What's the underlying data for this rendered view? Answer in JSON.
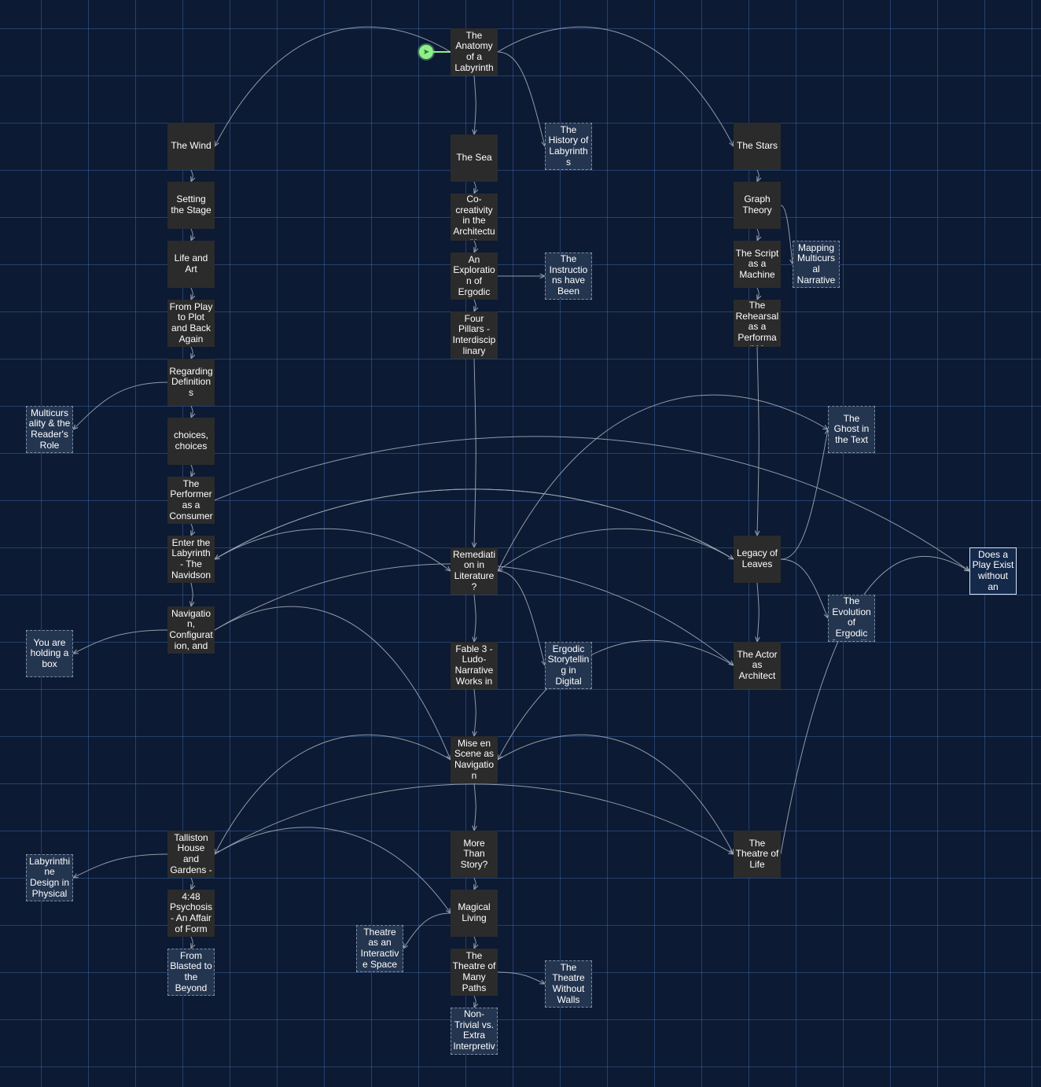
{
  "colors": {
    "background": "#0c1a33",
    "grid": "#466eaf",
    "node": "#2b2b2c",
    "node_dashed": "#243550",
    "edge": "#a0a8b4",
    "start": "#8df08a"
  },
  "start_icon": "rocket-icon",
  "nodes": [
    {
      "id": "anatomy",
      "label": "The Anatomy of a Labyrinth",
      "style": "solid"
    },
    {
      "id": "wind",
      "label": "The Wind",
      "style": "solid"
    },
    {
      "id": "sea",
      "label": "The Sea",
      "style": "solid"
    },
    {
      "id": "history",
      "label": "The History of Labyrinths",
      "style": "dashed"
    },
    {
      "id": "stars",
      "label": "The Stars",
      "style": "solid"
    },
    {
      "id": "setting",
      "label": "Setting the Stage",
      "style": "solid"
    },
    {
      "id": "cocreativity",
      "label": "Co-creativity in the Architecture",
      "style": "solid"
    },
    {
      "id": "graph",
      "label": "Graph Theory",
      "style": "solid"
    },
    {
      "id": "life",
      "label": "Life and Art",
      "style": "solid"
    },
    {
      "id": "exploration",
      "label": "An Exploration of Ergodic",
      "style": "solid"
    },
    {
      "id": "instructions",
      "label": "The Instructions have Been Lost",
      "style": "dashed"
    },
    {
      "id": "script",
      "label": "The Script as a Machine",
      "style": "solid"
    },
    {
      "id": "mapping",
      "label": "Mapping Multicursal Narrative",
      "style": "dashed"
    },
    {
      "id": "play",
      "label": "From Play to Plot and Back Again",
      "style": "solid"
    },
    {
      "id": "pillars",
      "label": "Four Pillars - Interdisciplinary",
      "style": "solid"
    },
    {
      "id": "rehearsal",
      "label": "The Rehearsal as a Performance",
      "style": "solid"
    },
    {
      "id": "definitions",
      "label": "Regarding Definitions",
      "style": "solid"
    },
    {
      "id": "multicursality",
      "label": "Multicursality & the Reader's Role",
      "style": "dashed"
    },
    {
      "id": "choices",
      "label": "choices, choices",
      "style": "solid"
    },
    {
      "id": "ghost",
      "label": "The Ghost in the Text",
      "style": "dashed"
    },
    {
      "id": "performer",
      "label": "The Performer as a Consumer",
      "style": "solid"
    },
    {
      "id": "enter",
      "label": "Enter the Labyrinth - The Navidson",
      "style": "solid"
    },
    {
      "id": "remediation",
      "label": "Remediation in Literature?",
      "style": "solid"
    },
    {
      "id": "legacy",
      "label": "Legacy of Leaves",
      "style": "solid"
    },
    {
      "id": "doesplay",
      "label": "Does a Play Exist without an",
      "style": "selected"
    },
    {
      "id": "evolution",
      "label": "The Evolution of Ergodic Storytelling",
      "style": "dashed"
    },
    {
      "id": "navigation",
      "label": "Navigation, Configuration, and",
      "style": "solid"
    },
    {
      "id": "box",
      "label": "You are holding a box",
      "style": "dashed"
    },
    {
      "id": "fable",
      "label": "Fable 3 - Ludo-Narrative Works in",
      "style": "solid"
    },
    {
      "id": "ergodicdigital",
      "label": "Ergodic Storytelling in Digital",
      "style": "dashed"
    },
    {
      "id": "actor",
      "label": "The Actor as Architect",
      "style": "solid"
    },
    {
      "id": "mise",
      "label": "Mise en Scene as Navigation",
      "style": "solid"
    },
    {
      "id": "talliston",
      "label": "Talliston House and Gardens -",
      "style": "solid"
    },
    {
      "id": "labdesign",
      "label": "Labyrinthine Design in Physical",
      "style": "dashed"
    },
    {
      "id": "more",
      "label": "More Than Story?",
      "style": "solid"
    },
    {
      "id": "theatrelife",
      "label": "The Theatre of Life",
      "style": "solid"
    },
    {
      "id": "psychosis",
      "label": "4:48 Psychosis - An Affair of Form",
      "style": "solid"
    },
    {
      "id": "magical",
      "label": "Magical Living",
      "style": "solid"
    },
    {
      "id": "interactive",
      "label": "Theatre as an Interactive Space",
      "style": "dashed"
    },
    {
      "id": "blasted",
      "label": "From Blasted to the Beyond",
      "style": "dashed"
    },
    {
      "id": "manypaths",
      "label": "The Theatre of Many Paths",
      "style": "solid"
    },
    {
      "id": "nowalls",
      "label": "The Theatre Without Walls",
      "style": "dashed"
    },
    {
      "id": "nontrivial",
      "label": "Non-Trivial vs. Extra Interpretive",
      "style": "dashed"
    }
  ],
  "edges": [
    [
      "anatomy",
      "wind"
    ],
    [
      "anatomy",
      "sea"
    ],
    [
      "anatomy",
      "history"
    ],
    [
      "anatomy",
      "stars"
    ],
    [
      "wind",
      "setting"
    ],
    [
      "setting",
      "life"
    ],
    [
      "life",
      "play"
    ],
    [
      "play",
      "definitions"
    ],
    [
      "definitions",
      "multicursality"
    ],
    [
      "definitions",
      "choices"
    ],
    [
      "choices",
      "performer"
    ],
    [
      "performer",
      "enter"
    ],
    [
      "performer",
      "doesplay"
    ],
    [
      "enter",
      "navigation"
    ],
    [
      "enter",
      "remediation"
    ],
    [
      "enter",
      "legacy"
    ],
    [
      "navigation",
      "box"
    ],
    [
      "navigation",
      "mise"
    ],
    [
      "navigation",
      "actor"
    ],
    [
      "sea",
      "cocreativity"
    ],
    [
      "cocreativity",
      "exploration"
    ],
    [
      "exploration",
      "instructions"
    ],
    [
      "exploration",
      "pillars"
    ],
    [
      "pillars",
      "remediation"
    ],
    [
      "remediation",
      "fable"
    ],
    [
      "remediation",
      "ergodicdigital"
    ],
    [
      "remediation",
      "ghost"
    ],
    [
      "fable",
      "mise"
    ],
    [
      "mise",
      "more"
    ],
    [
      "mise",
      "talliston"
    ],
    [
      "mise",
      "theatrelife"
    ],
    [
      "more",
      "magical"
    ],
    [
      "magical",
      "interactive"
    ],
    [
      "magical",
      "manypaths"
    ],
    [
      "manypaths",
      "nowalls"
    ],
    [
      "manypaths",
      "nontrivial"
    ],
    [
      "talliston",
      "labdesign"
    ],
    [
      "talliston",
      "psychosis"
    ],
    [
      "talliston",
      "theatrelife"
    ],
    [
      "talliston",
      "magical"
    ],
    [
      "psychosis",
      "blasted"
    ],
    [
      "stars",
      "graph"
    ],
    [
      "graph",
      "script"
    ],
    [
      "graph",
      "mapping"
    ],
    [
      "script",
      "rehearsal"
    ],
    [
      "rehearsal",
      "legacy"
    ],
    [
      "legacy",
      "ghost"
    ],
    [
      "legacy",
      "evolution"
    ],
    [
      "legacy",
      "actor"
    ],
    [
      "legacy",
      "remediation"
    ],
    [
      "legacy",
      "enter"
    ],
    [
      "actor",
      "mise"
    ],
    [
      "theatrelife",
      "doesplay"
    ]
  ]
}
